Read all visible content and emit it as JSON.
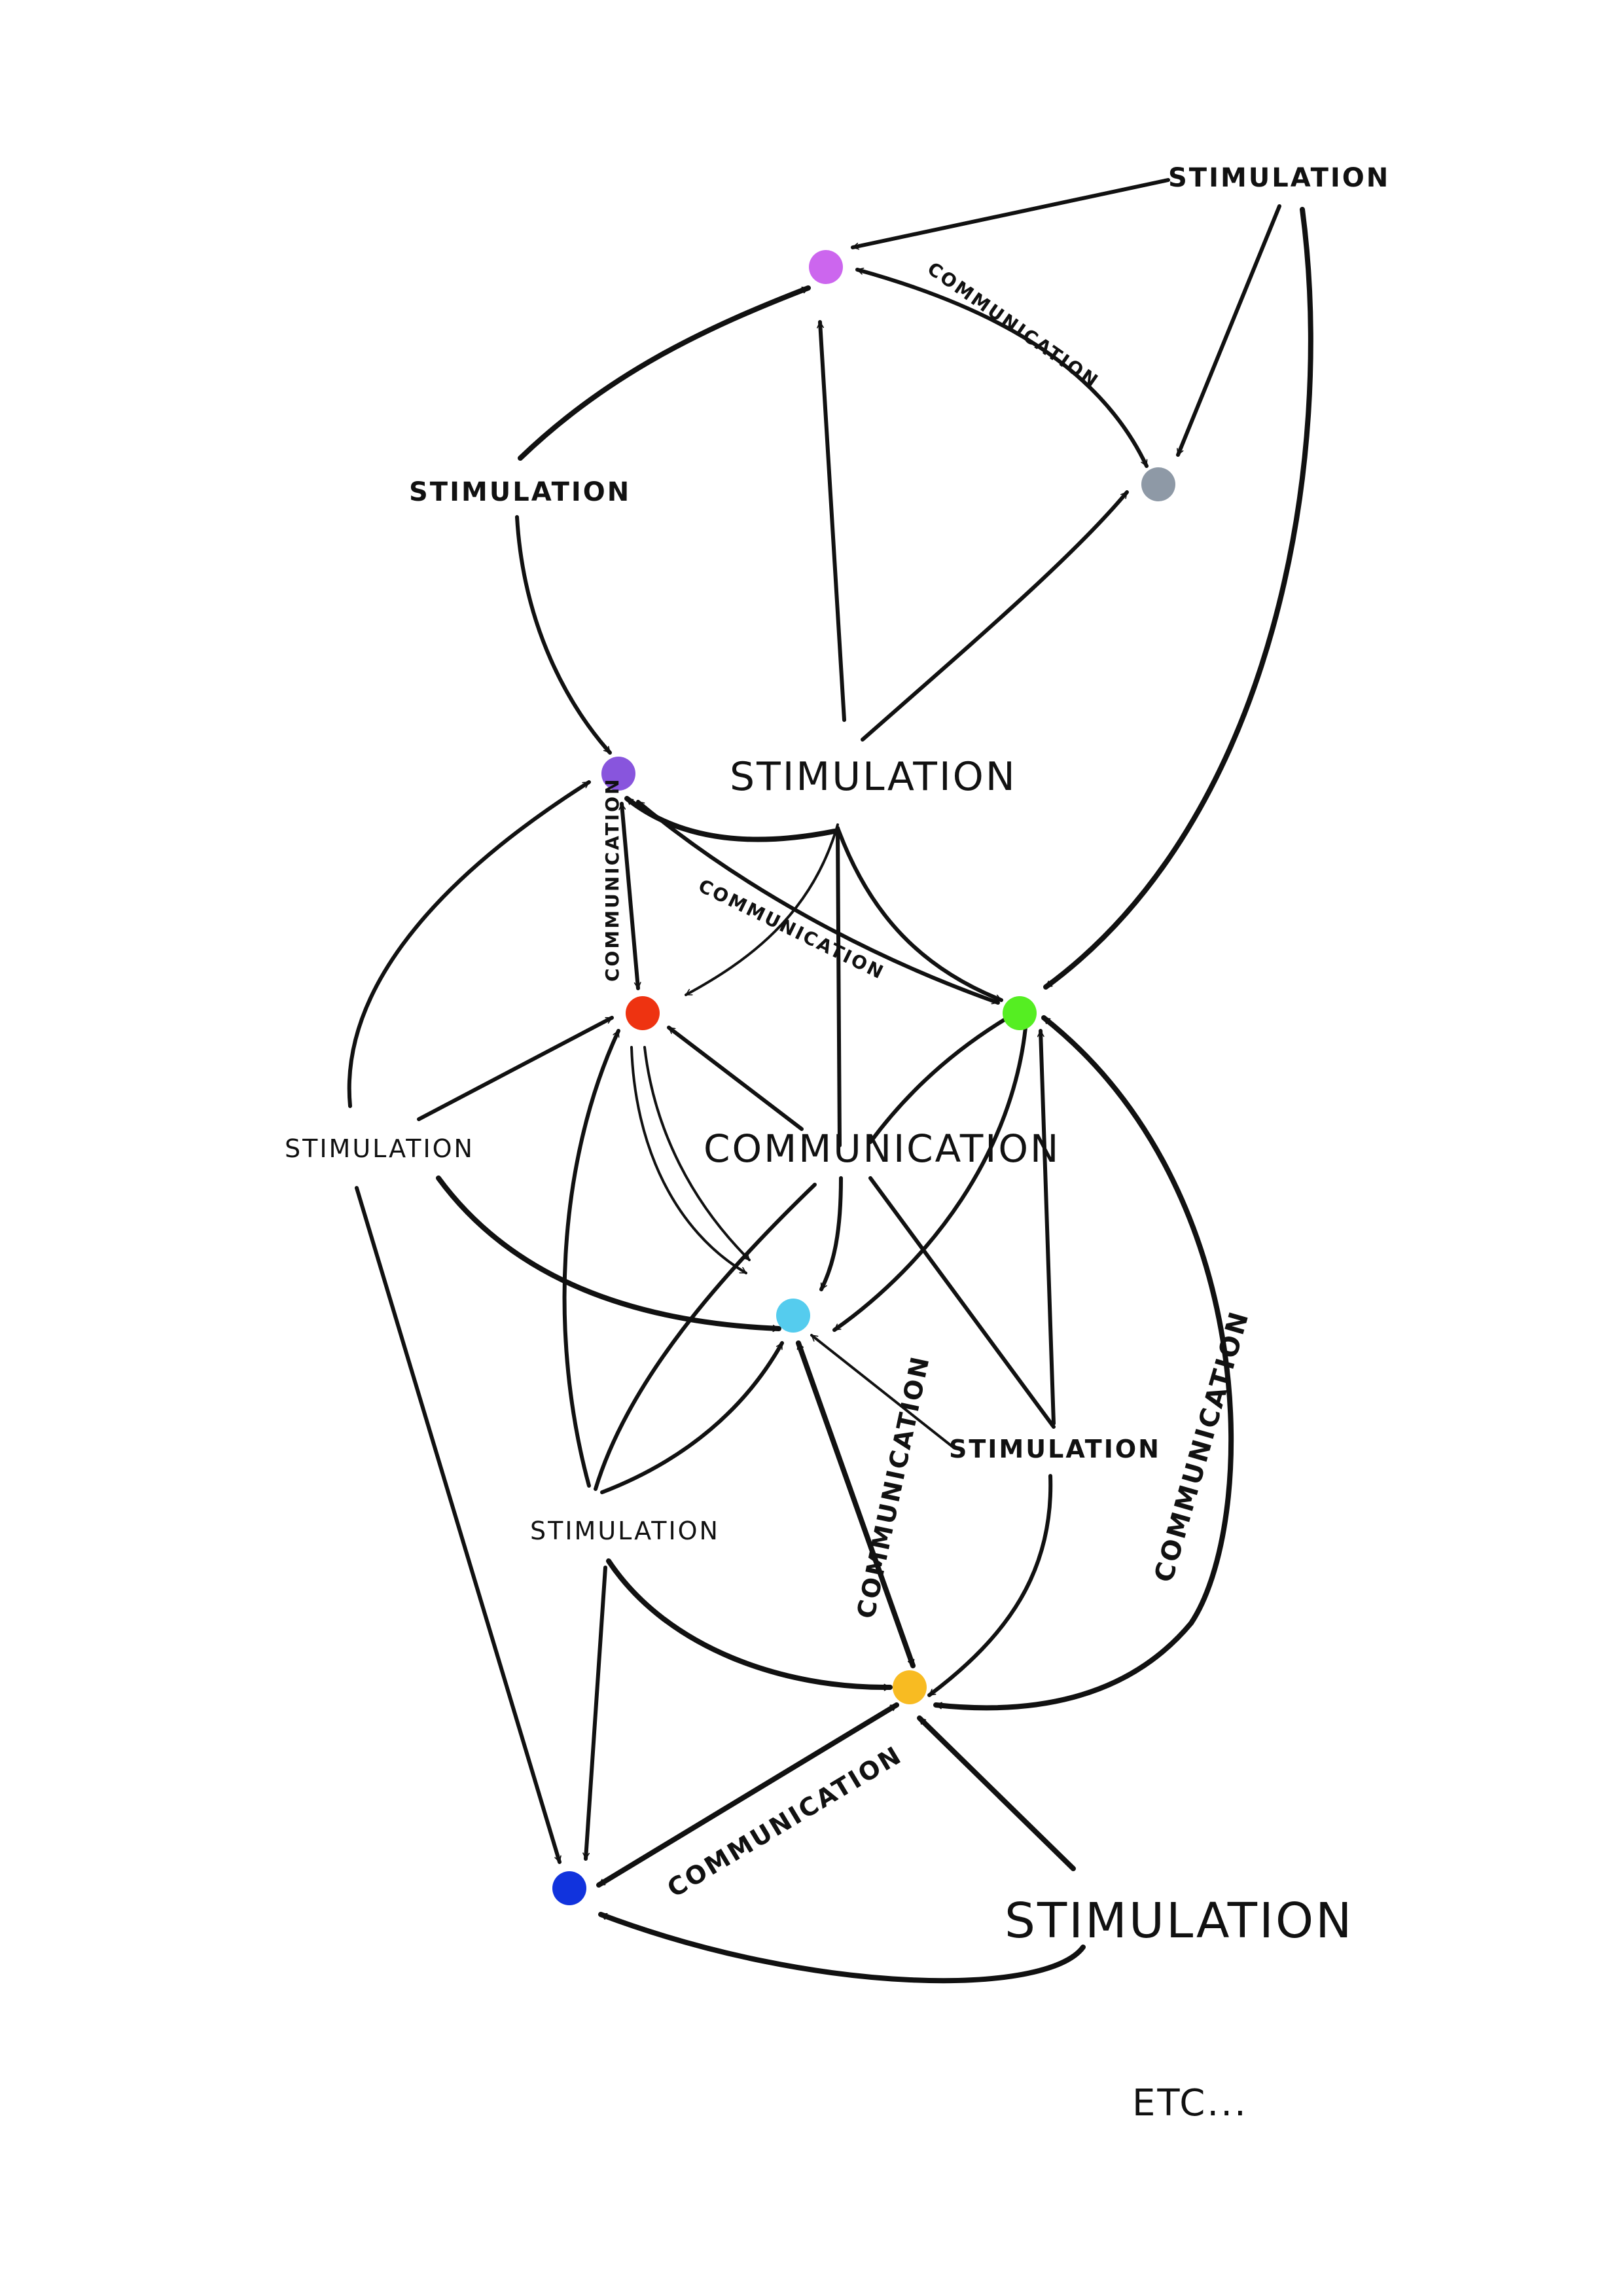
{
  "colors": {
    "ink": "#111111",
    "background": "#ffffff"
  },
  "nodes": [
    {
      "id": "node-magenta",
      "color": "#cc66ee"
    },
    {
      "id": "node-gray",
      "color": "#8e99a6"
    },
    {
      "id": "node-violet",
      "color": "#8855dd"
    },
    {
      "id": "node-red",
      "color": "#ee3311"
    },
    {
      "id": "node-green",
      "color": "#55ee22"
    },
    {
      "id": "node-cyan",
      "color": "#55ccee"
    },
    {
      "id": "node-yellow",
      "color": "#f8bb22"
    },
    {
      "id": "node-blue",
      "color": "#1133dd"
    }
  ],
  "labels": {
    "stimulation_top_right": "STIMULATION",
    "stimulation_upper_left": "STIMULATION",
    "stimulation_center": "STIMULATION",
    "stimulation_mid_left": "STIMULATION",
    "communication_center": "COMMUNICATION",
    "stimulation_lower_right": "STIMULATION",
    "stimulation_lower_left": "STIMULATION",
    "stimulation_bottom": "STIMULATION",
    "comm_magenta_gray": "COMMUNICATION",
    "comm_violet_red": "COMMUNICATION",
    "comm_violet_green": "COMMUNICATION",
    "comm_cyan_yellow": "COMMUNICATION",
    "comm_green_yellow": "COMMUNICATION",
    "comm_blue_yellow": "COMMUNICATION",
    "etc": "ETC..."
  }
}
